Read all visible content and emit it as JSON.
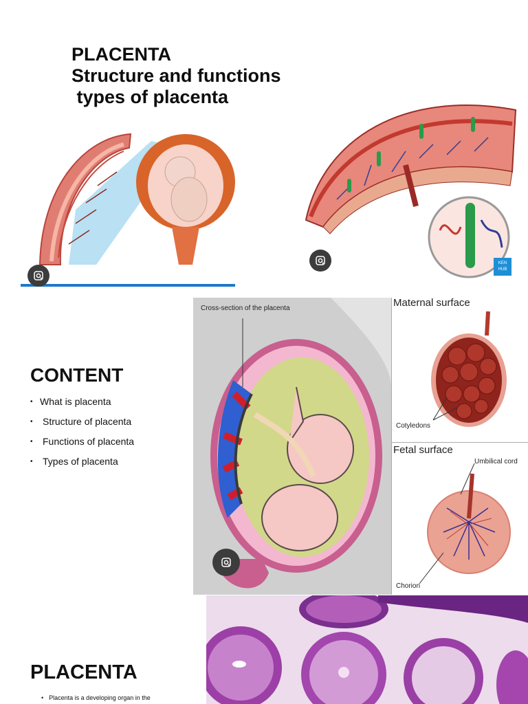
{
  "title": {
    "line1": "PLACENTA",
    "line2": "Structure and functions",
    "line3": " types of placenta"
  },
  "content": {
    "heading": "CONTENT",
    "items": [
      {
        "label": "What is placenta"
      },
      {
        "label": "Structure of placenta"
      },
      {
        "label": "Functions of placenta"
      },
      {
        "label": "Types of placenta"
      }
    ]
  },
  "figure_crosssection": {
    "caption": "Cross-section of the placenta"
  },
  "figure_maternal": {
    "title": "Maternal surface",
    "label": "Cotyledons"
  },
  "figure_fetal": {
    "title": "Fetal surface",
    "label_cord": "Umbilical cord",
    "label_chorion": "Chorion"
  },
  "badge": {
    "line1": "KEN",
    "line2": "HUB"
  },
  "section2": {
    "heading": "PLACENTA",
    "text": "Placenta is a developing organ in the"
  },
  "icons": {
    "lens": "google-lens-icon"
  }
}
